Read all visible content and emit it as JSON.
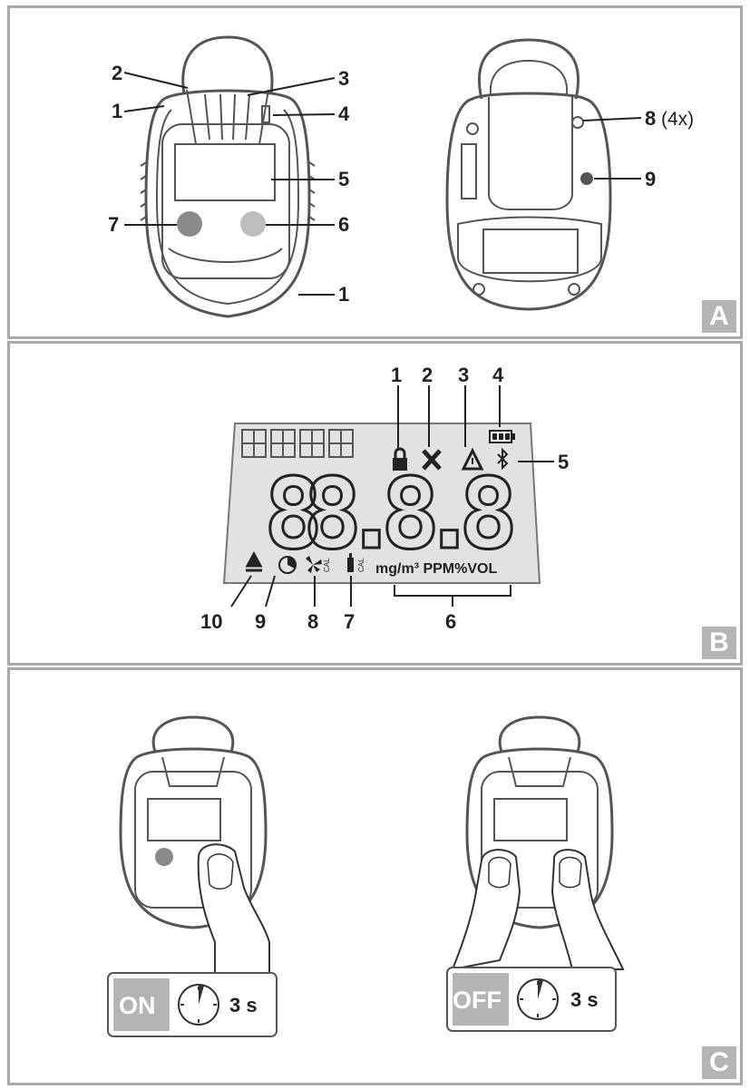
{
  "panel_a": {
    "corner_label": "A",
    "callouts_front": [
      "1",
      "2",
      "3",
      "4",
      "5",
      "6",
      "7",
      "1"
    ],
    "callouts_back": [
      "8",
      "9"
    ],
    "callout_8_suffix": "(4x)"
  },
  "panel_b": {
    "corner_label": "B",
    "callouts_top": [
      "1",
      "2",
      "3",
      "4",
      "5"
    ],
    "callouts_bottom": [
      "10",
      "9",
      "8",
      "7",
      "6"
    ],
    "display_digits": "88.8.8",
    "unit_text": "mg/m³ PPM%VOL",
    "cal_text": "CAL"
  },
  "panel_c": {
    "corner_label": "C",
    "on_badge": {
      "label": "ON",
      "duration": "3 s"
    },
    "off_badge": {
      "label": "OFF",
      "duration": "3 s"
    }
  },
  "colors": {
    "frame": "#a8a8a8",
    "lcd": "#e2e2e2",
    "ink": "#222222",
    "button": "#8a8a8a"
  }
}
